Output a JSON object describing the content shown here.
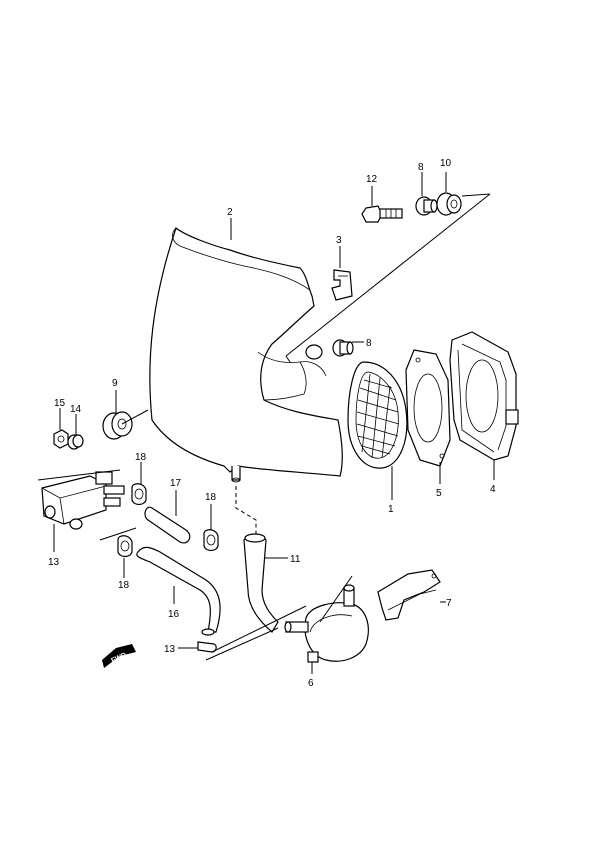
{
  "diagram": {
    "callouts": [
      {
        "id": "c1",
        "text": "1"
      },
      {
        "id": "c2",
        "text": "2"
      },
      {
        "id": "c3",
        "text": "3"
      },
      {
        "id": "c4",
        "text": "4"
      },
      {
        "id": "c5",
        "text": "5"
      },
      {
        "id": "c6",
        "text": "6"
      },
      {
        "id": "c7",
        "text": "7"
      },
      {
        "id": "c8a",
        "text": "8"
      },
      {
        "id": "c8b",
        "text": "8"
      },
      {
        "id": "c9",
        "text": "9"
      },
      {
        "id": "c10",
        "text": "10"
      },
      {
        "id": "c11",
        "text": "11"
      },
      {
        "id": "c12",
        "text": "12"
      },
      {
        "id": "c13a",
        "text": "13"
      },
      {
        "id": "c13b",
        "text": "13"
      },
      {
        "id": "c14",
        "text": "14"
      },
      {
        "id": "c15",
        "text": "15"
      },
      {
        "id": "c16",
        "text": "16"
      },
      {
        "id": "c17",
        "text": "17"
      },
      {
        "id": "c18a",
        "text": "18"
      },
      {
        "id": "c18b",
        "text": "18"
      },
      {
        "id": "c18c",
        "text": "18"
      }
    ],
    "fwd_label": "FWD"
  }
}
